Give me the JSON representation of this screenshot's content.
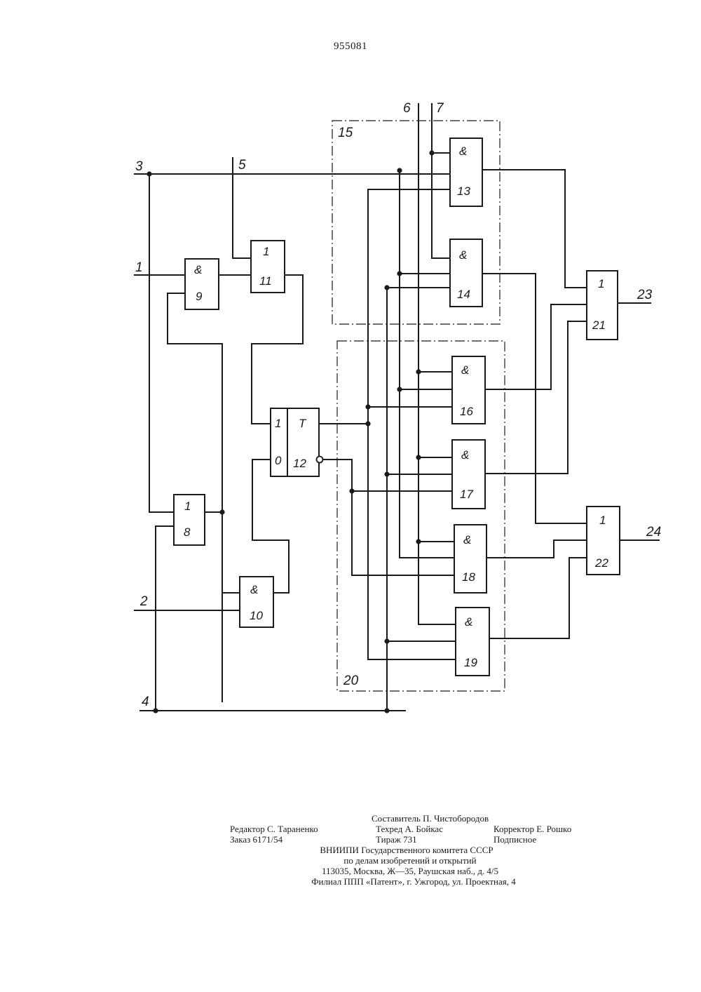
{
  "page_number": "955081",
  "inputs": {
    "in1": "1",
    "in2": "2",
    "in3": "3",
    "in4": "4",
    "in5": "5",
    "in6": "6",
    "in7": "7"
  },
  "outputs": {
    "out23": "23",
    "out24": "24"
  },
  "groups": {
    "g15": "15",
    "g20": "20"
  },
  "gates": {
    "g8": {
      "symbol": "1",
      "number": "8"
    },
    "g9": {
      "symbol": "&",
      "number": "9"
    },
    "g10": {
      "symbol": "&",
      "number": "10"
    },
    "g11": {
      "symbol": "1",
      "number": "11"
    },
    "g12": {
      "set": "1",
      "reset": "0",
      "type": "T",
      "number": "12"
    },
    "g13": {
      "symbol": "&",
      "number": "13"
    },
    "g14": {
      "symbol": "&",
      "number": "14"
    },
    "g16": {
      "symbol": "&",
      "number": "16"
    },
    "g17": {
      "symbol": "&",
      "number": "17"
    },
    "g18": {
      "symbol": "&",
      "number": "18"
    },
    "g19": {
      "symbol": "&",
      "number": "19"
    },
    "g21": {
      "symbol": "1",
      "number": "21"
    },
    "g22": {
      "symbol": "1",
      "number": "22"
    }
  },
  "colophon": {
    "compiler": "Составитель П. Чистобородов",
    "editor": "Редактор С. Тараненко",
    "techred": "Техред А. Бойкас",
    "corrector": "Корректор Е. Рошко",
    "order": "Заказ 6171/54",
    "circulation": "Тираж 731",
    "subscription": "Подписное",
    "org_line1": "ВНИИПИ  Государственного  комитета  СССР",
    "org_line2": "по  делам  изобретений  и  открытий",
    "address": "113035,  Москва,  Ж—35,  Раушская  наб.,  д.  4/5",
    "branch": "Филиал  ППП  «Патент»,  г.  Ужгород,  ул.  Проектная,  4"
  }
}
